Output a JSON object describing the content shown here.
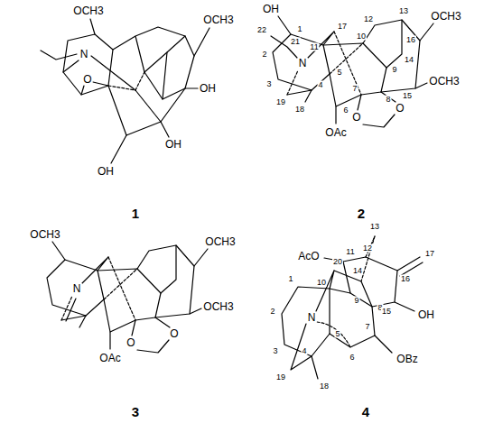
{
  "diagram": {
    "labels": [
      "OCH3",
      "OCH3",
      "N",
      "O",
      "OH",
      "OH",
      "OH",
      "1",
      "OH",
      "OCH3",
      "OCH3",
      "N",
      "O",
      "O",
      "OAc",
      "1",
      "2",
      "3",
      "4",
      "5",
      "6",
      "7",
      "8",
      "9",
      "10",
      "11",
      "12",
      "13",
      "14",
      "15",
      "16",
      "17",
      "18",
      "19",
      "21",
      "22",
      "2",
      "OCH3",
      "OCH3",
      "OCH3",
      "N",
      "O",
      "O",
      "OAc",
      "3",
      "AcO",
      "OH",
      "OBz",
      "N",
      "1",
      "2",
      "3",
      "4",
      "5",
      "6",
      "7",
      "8",
      "9",
      "10",
      "11",
      "12",
      "13",
      "14",
      "15",
      "16",
      "17",
      "18",
      "19",
      "20",
      "4"
    ]
  }
}
